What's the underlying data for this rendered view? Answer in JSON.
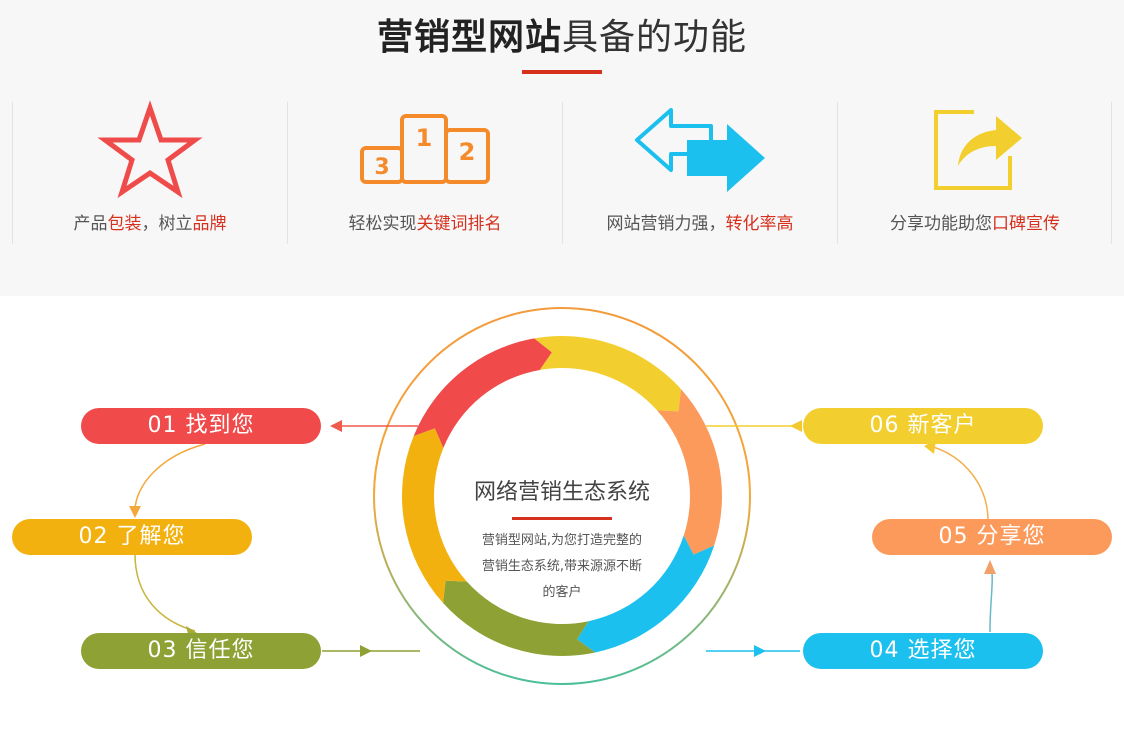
{
  "header": {
    "title_bold": "营销型网站",
    "title_light": "具备的功能"
  },
  "features": [
    {
      "icon": "star-icon",
      "text_a": "产品",
      "hl_a": "包装",
      "text_b": "，树立",
      "hl_b": "品牌"
    },
    {
      "icon": "podium-icon",
      "text_a": "轻松实现",
      "hl_a": "关键词排名",
      "text_b": "",
      "hl_b": ""
    },
    {
      "icon": "arrows-exchange-icon",
      "text_a": "网站营销力强，",
      "hl_a": "转化率高",
      "text_b": "",
      "hl_b": ""
    },
    {
      "icon": "share-icon",
      "text_a": "分享功能助您",
      "hl_a": "口碑宣传",
      "text_b": "",
      "hl_b": ""
    }
  ],
  "podium_numbers": [
    "1",
    "2",
    "3"
  ],
  "center": {
    "title": "网络营销生态系统",
    "line1": "营销型网站,为您打造完整的",
    "line2": "营销生态系统,带来源源不断",
    "line3": "的客户"
  },
  "steps": [
    {
      "label": "01 找到您",
      "color": "#f04a4a"
    },
    {
      "label": "02 了解您",
      "color": "#f2b10f"
    },
    {
      "label": "03 信任您",
      "color": "#8ea134"
    },
    {
      "label": "04 选择您",
      "color": "#1cc0ee"
    },
    {
      "label": "05 分享您",
      "color": "#fb9a5b"
    },
    {
      "label": "06 新客户",
      "color": "#f2cf2f"
    }
  ],
  "colors": {
    "accent": "#d6311f",
    "red": "#f04a4a",
    "yellow": "#f2cf2f",
    "orange": "#fb9a5b",
    "blue": "#1cc0ee",
    "green": "#8ea134",
    "gold": "#f2b10f",
    "podium": "#f58a2b"
  }
}
